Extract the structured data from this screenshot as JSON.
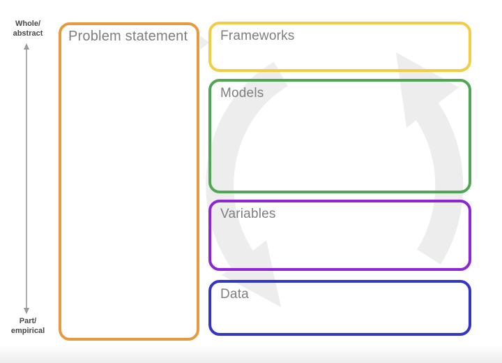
{
  "colors": {
    "orange": "#E8993F",
    "yellow": "#F2CC43",
    "green": "#4FA756",
    "purple": "#8C26D6",
    "blue": "#3335C9",
    "title_gray": "#7E7E7E",
    "axis_text": "#464646",
    "axis_line": "#9A9A9A",
    "watermark_gray": "#EDEDED"
  },
  "axis": {
    "top_label_line1": "Whole/",
    "top_label_line2": "abstract",
    "bottom_label_line1": "Part/",
    "bottom_label_line2": "empirical"
  },
  "boxes": {
    "problem": {
      "title": "Problem statement",
      "color": "#E8993F"
    },
    "frameworks": {
      "title": "Frameworks",
      "color": "#F2CC43"
    },
    "models": {
      "title": "Models",
      "color": "#4FA756"
    },
    "variables": {
      "title": "Variables",
      "color": "#8C26D6"
    },
    "data": {
      "title": "Data",
      "color": "#3335C9"
    }
  },
  "icons": {
    "cycle_arrow": "counterclockwise-cycle-arrows",
    "flow_chevron": "chevron-right",
    "axis_arrow": "vertical-double-arrow"
  }
}
